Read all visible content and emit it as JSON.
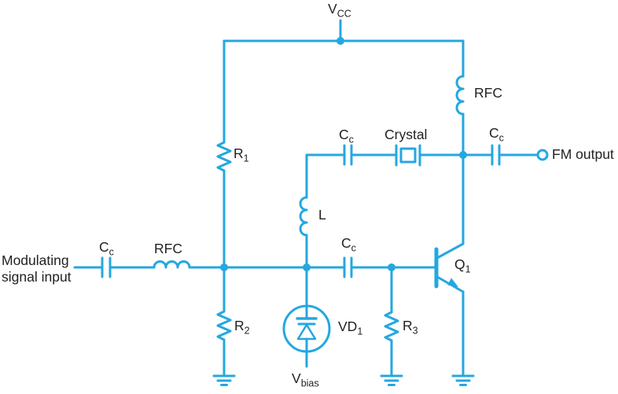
{
  "figure": {
    "type": "circuit-schematic",
    "colors": {
      "circuit": "#25a7e0",
      "text": "#231f20",
      "background": "#ffffff"
    },
    "labels": {
      "vcc": {
        "base": "V",
        "sub": "CC"
      },
      "rfc_top": {
        "text": "RFC"
      },
      "cc_crystal": {
        "base": "C",
        "sub": "c"
      },
      "crystal": {
        "text": "Crystal"
      },
      "cc_output": {
        "base": "C",
        "sub": "c"
      },
      "fm_output": {
        "text": "FM output"
      },
      "r1": {
        "base": "R",
        "sub": "1"
      },
      "inductor_l": {
        "text": "L"
      },
      "input_line1": {
        "text": "Modulating"
      },
      "input_line2": {
        "text": "signal input"
      },
      "cc_input": {
        "base": "C",
        "sub": "c"
      },
      "rfc_input": {
        "text": "RFC"
      },
      "r2": {
        "base": "R",
        "sub": "2"
      },
      "vd1": {
        "base": "VD",
        "sub": "1"
      },
      "vbias": {
        "base": "V",
        "sub": "bias"
      },
      "cc_base": {
        "base": "C",
        "sub": "c"
      },
      "r3": {
        "base": "R",
        "sub": "3"
      },
      "q1": {
        "base": "Q",
        "sub": "1"
      }
    }
  }
}
